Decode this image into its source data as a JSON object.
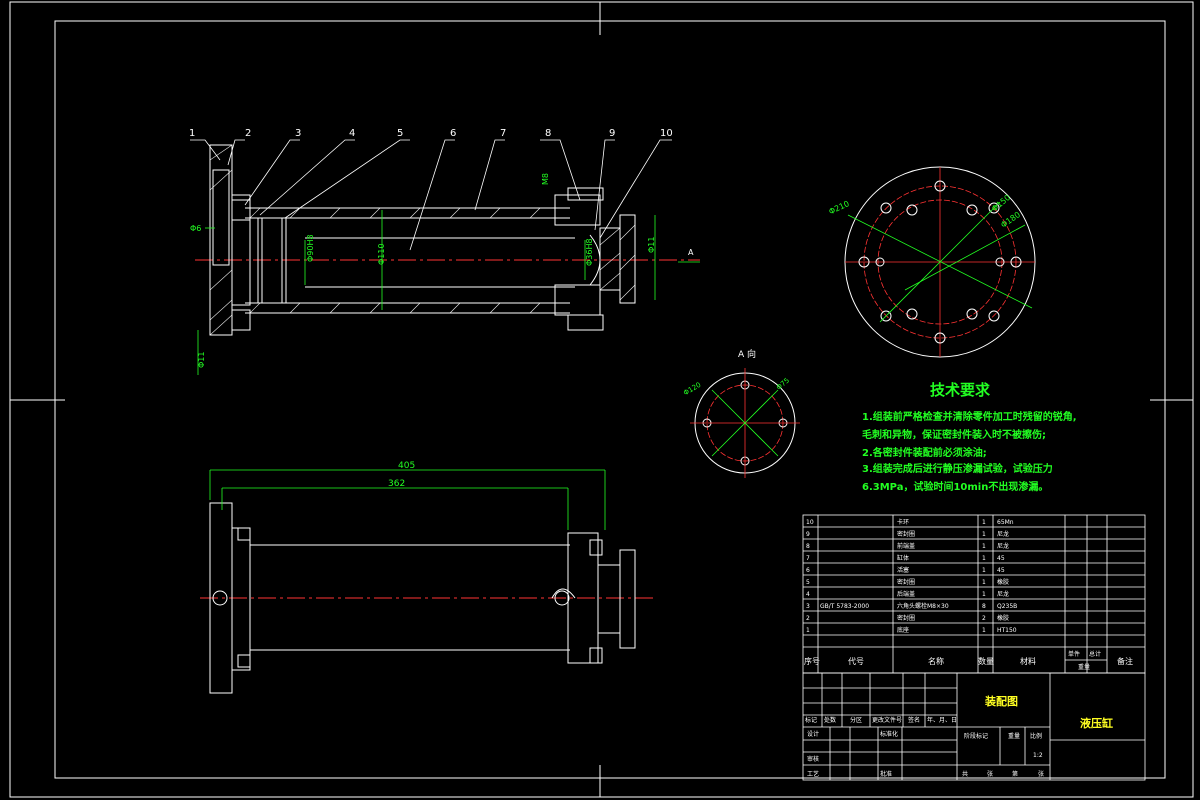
{
  "drawing": {
    "part_numbers": [
      "1",
      "2",
      "3",
      "4",
      "5",
      "6",
      "7",
      "8",
      "9",
      "10"
    ],
    "dims_front": {
      "d1": "Φ6",
      "d2": "Φ11",
      "d3": "Φ90H8",
      "d4": "Φ110",
      "d5": "Φ36H8",
      "d6": "Φ11",
      "d7": "M8",
      "arrow": "A"
    },
    "dims_bottom": {
      "overall": "405",
      "inner": "362"
    },
    "view_a_title": "A 向",
    "view_a_dims": [
      "Φ120",
      "Φ75"
    ],
    "flange_dims": [
      "Φ210",
      "Φ150",
      "Φ180"
    ],
    "tech_req": {
      "title": "技术要求",
      "lines": [
        "1.组装前严格检查并清除零件加工时残留的锐角,",
        "毛刺和异物，保证密封件装入时不被擦伤;",
        "2.各密封件装配前必须涂油;",
        "3.组装完成后进行静压渗漏试验，试验压力",
        "6.3MPa，试验时间10min不出现渗漏。"
      ]
    },
    "parts_table": {
      "rows": [
        {
          "no": "10",
          "code": "",
          "name": "卡环",
          "qty": "1",
          "mat": "65Mn"
        },
        {
          "no": "9",
          "code": "",
          "name": "密封圈",
          "qty": "1",
          "mat": "尼龙"
        },
        {
          "no": "8",
          "code": "",
          "name": "前端盖",
          "qty": "1",
          "mat": "尼龙"
        },
        {
          "no": "7",
          "code": "",
          "name": "缸体",
          "qty": "1",
          "mat": "45"
        },
        {
          "no": "6",
          "code": "",
          "name": "活塞",
          "qty": "1",
          "mat": "45"
        },
        {
          "no": "5",
          "code": "",
          "name": "密封圈",
          "qty": "1",
          "mat": "橡胶"
        },
        {
          "no": "4",
          "code": "",
          "name": "后端盖",
          "qty": "1",
          "mat": "尼龙"
        },
        {
          "no": "3",
          "code": "GB/T 5783-2000",
          "name": "六角头螺栓M8×30",
          "qty": "8",
          "mat": "Q235B"
        },
        {
          "no": "2",
          "code": "",
          "name": "密封圈",
          "qty": "2",
          "mat": "橡胶"
        },
        {
          "no": "1",
          "code": "",
          "name": "底座",
          "qty": "1",
          "mat": "HT150"
        }
      ],
      "header": {
        "no": "序号",
        "code": "代号",
        "name": "名称",
        "qty": "数量",
        "mat": "材料",
        "single": "单件",
        "total": "总计",
        "weight": "重量",
        "note": "备注"
      }
    },
    "title_block": {
      "drawing_name": "装配图",
      "part_name": "液压缸",
      "row_labels": [
        "标记",
        "处数",
        "分区",
        "更改文件号",
        "签名",
        "年、月、日"
      ],
      "design": "设计",
      "standardize": "标准化",
      "review": "审核",
      "process": "工艺",
      "approve": "批准",
      "stage": "阶段标记",
      "weight": "重量",
      "scale_label": "比例",
      "scale": "1:2",
      "sheets": [
        "共",
        "张",
        "第",
        "张"
      ]
    }
  }
}
